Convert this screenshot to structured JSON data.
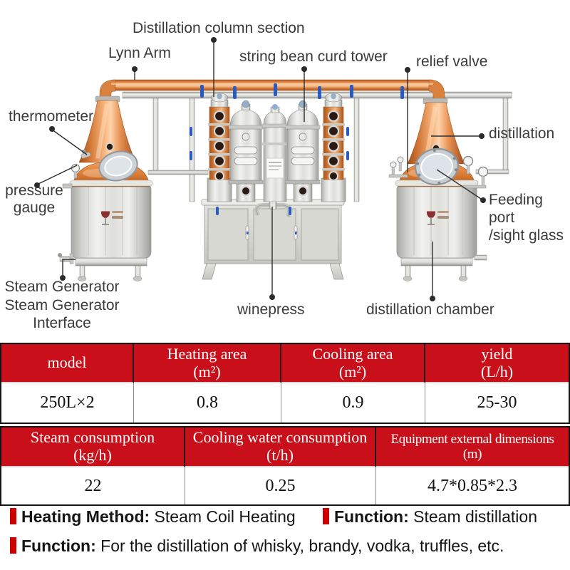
{
  "diagram": {
    "labels": [
      {
        "id": "distillation-column-section",
        "text": "Distillation column section"
      },
      {
        "id": "lynn-arm",
        "text": "Lynn Arm"
      },
      {
        "id": "string-bean-curd-tower",
        "text": "string bean curd tower"
      },
      {
        "id": "relief-valve",
        "text": "relief valve"
      },
      {
        "id": "thermometer",
        "text": "thermometer"
      },
      {
        "id": "distillation",
        "text": "distillation"
      },
      {
        "id": "pressure-gauge",
        "text": "pressure\ngauge"
      },
      {
        "id": "steam-generator-interface",
        "text": "Steam Generator\nSteam Generator\nInterface"
      },
      {
        "id": "winepress",
        "text": "winepress"
      },
      {
        "id": "feeding-port-sight-glass",
        "text": "Feeding port\n/sight glass"
      },
      {
        "id": "distillation-chamber",
        "text": "distillation chamber"
      }
    ],
    "icons": [
      {
        "name": "wine-glass-logo"
      }
    ]
  },
  "spec_tables": [
    {
      "headers": [
        "model",
        "Heating area\n(m²)",
        "Cooling area\n(m²)",
        "yield\n(L/h)"
      ],
      "values": [
        "250L×2",
        "0.8",
        "0.9",
        "25-30"
      ]
    },
    {
      "headers": [
        "Steam consumption\n(kg/h)",
        "Cooling water consumption\n(t/h)",
        "Equipment external dimensions\n(m)"
      ],
      "values": [
        "22",
        "0.25",
        "4.7*0.85*2.3"
      ]
    }
  ],
  "footer": {
    "items": [
      {
        "label": "Heating Method:",
        "value": "Steam Coil Heating"
      },
      {
        "label": "Function:",
        "value": "Steam distillation"
      },
      {
        "label": "Function:",
        "value": "For the distillation of whisky, brandy, vodka, truffles, etc."
      }
    ]
  },
  "colors": {
    "table_header_red": "#c9101a",
    "bullet_red": "#cc0000",
    "label_text": "#3b3b3b",
    "copper": "#e08a4b",
    "steel": "#d6d6d2"
  }
}
